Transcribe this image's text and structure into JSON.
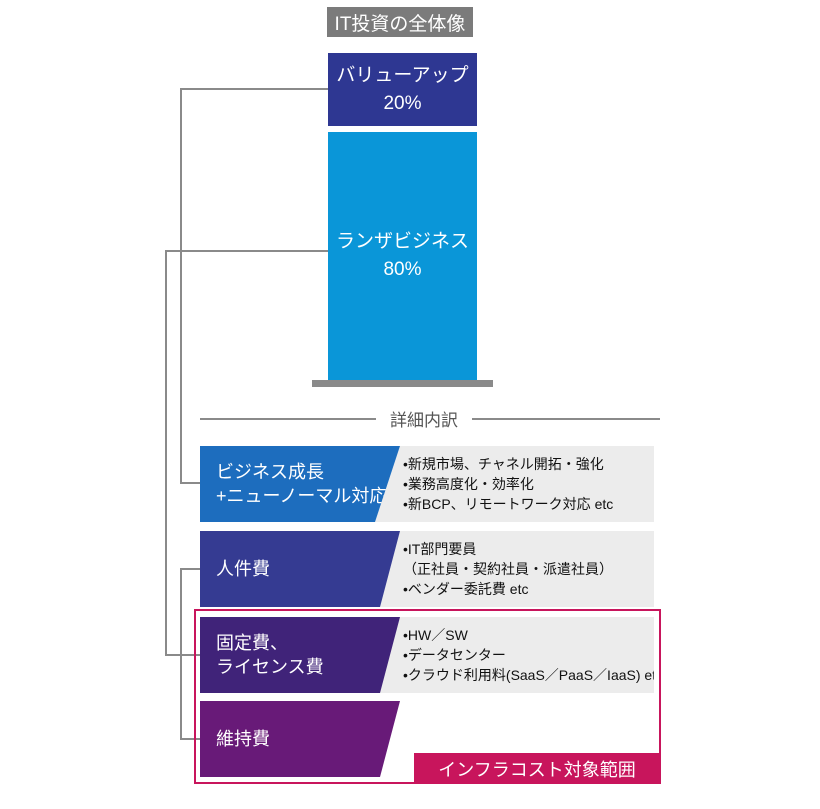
{
  "title": "IT投資の全体像",
  "stack": [
    {
      "label": "バリューアップ",
      "percent": "20%",
      "value": 20
    },
    {
      "label": "ランザビジネス",
      "percent": "80%",
      "value": 80
    }
  ],
  "breakdown_header": "詳細内訳",
  "categories": [
    {
      "line1": "ビジネス成長",
      "line2": "+ニューノーマル対応",
      "details": [
        "•新規市場、チャネル開拓・強化",
        "•業務高度化・効率化",
        "•新BCP、リモートワーク対応 etc"
      ]
    },
    {
      "line1": "人件費",
      "line2": "",
      "details": [
        "•IT部門要員",
        "（正社員・契約社員・派遣社員）",
        "•ベンダー委託費 etc"
      ]
    },
    {
      "line1": "固定費、",
      "line2": "ライセンス費",
      "details": [
        "•HW／SW",
        "•データセンター",
        "•クラウド利用料(SaaS／PaaS／IaaS) etc"
      ]
    },
    {
      "line1": "維持費",
      "line2": "",
      "details": []
    }
  ],
  "infra_label": "インフラコスト対象範囲",
  "colors": {
    "value_up": "#2e3792",
    "run_business": "#0a96d8",
    "infra_frame": "#c8155c",
    "connector": "#8a8a8a"
  }
}
